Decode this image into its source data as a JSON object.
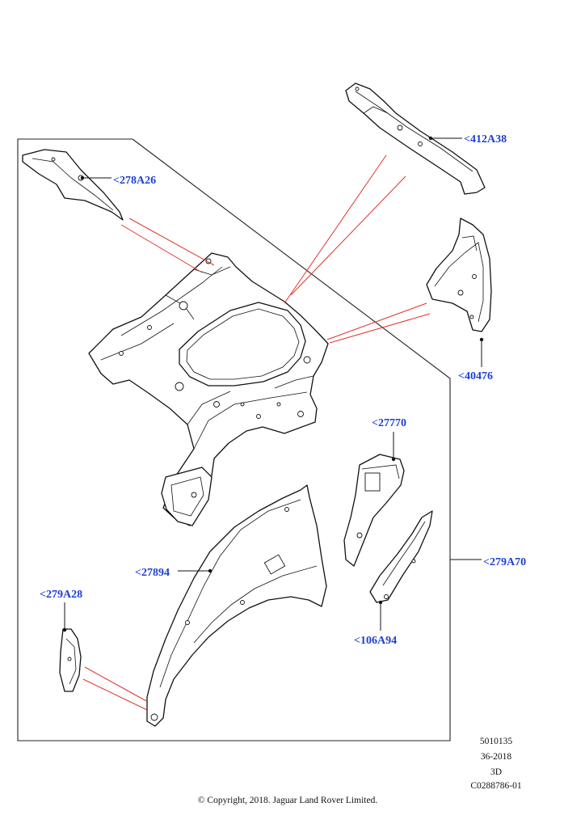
{
  "callouts": {
    "c412A38": "<412A38",
    "c278A26": "<278A26",
    "c40476": "<40476",
    "c27770": "<27770",
    "c279A70": "<279A70",
    "c27894": "<27894",
    "c279A28": "<279A28",
    "c106A94": "<106A94"
  },
  "footer": {
    "ref_line1": "5010135",
    "ref_line2": "36-2018",
    "ref_line3": "3D",
    "ref_line4": "C0288786-01",
    "copyright": "© Copyright, 2018. Jaguar Land Rover Limited."
  },
  "colors": {
    "callout_text": "#1f3fd6",
    "leader_red": "#e0342c",
    "line": "#111111"
  }
}
